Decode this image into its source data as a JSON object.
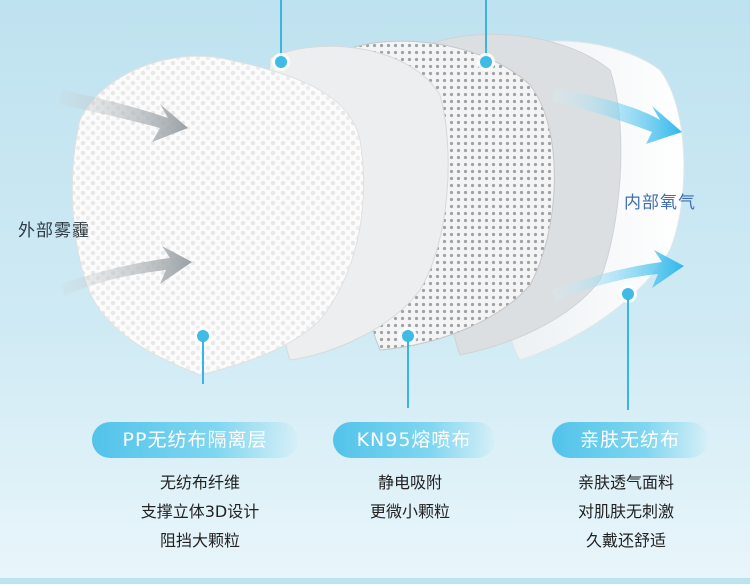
{
  "labels": {
    "outside": "外部雾霾",
    "inside": "内部氧气"
  },
  "layers": [
    {
      "title": "PP无纺布隔离层",
      "lines": [
        "无纺布纤维",
        "支撑立体3D设计",
        "阻挡大颗粒"
      ]
    },
    {
      "title": "KN95熔喷布",
      "lines": [
        "静电吸附",
        "更微小颗粒"
      ]
    },
    {
      "title": "亲肤无纺布",
      "lines": [
        "亲肤透气面料",
        "对肌肤无刺激",
        "久戴还舒适"
      ]
    }
  ],
  "colors": {
    "accent": "#3fbce6",
    "pill": "#52c3ea",
    "inside_label": "#3f6fb0",
    "background": "#cfeaf4"
  }
}
